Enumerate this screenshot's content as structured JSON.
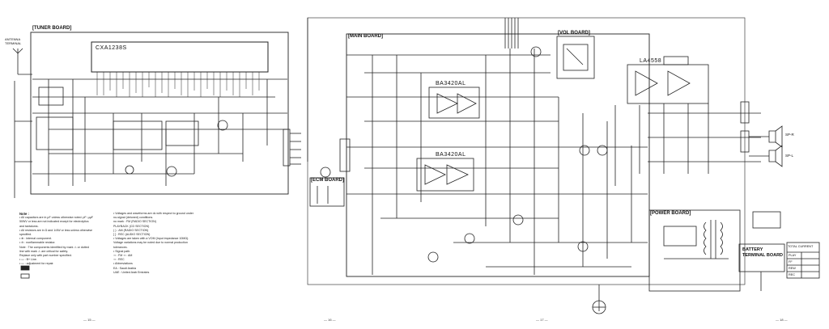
{
  "boards": {
    "tuner": "[TUNER BOARD]",
    "main": "[MAIN BOARD]",
    "vol": "[VOL BOARD]",
    "ecm": "[ECM BOARD]",
    "power": "[POWER BOARD]",
    "battery": "BATTERY TERMINAL BOARD"
  },
  "chips": {
    "tuner_ic": "CXA1238S",
    "main_ic_upper": "BA3420AL",
    "main_ic_lower": "BA3420AL",
    "vol_ic": "LA4558"
  },
  "notes": {
    "title": "Note :",
    "lines": [
      "• All capacitors are in µF unless otherwise noted. pF: µµF",
      "  50WV or less are not indicated except for electrolytics",
      "  and tantalums.",
      "• All resistors are in Ω and 1/4W or less unless otherwise",
      "  specified.",
      "• ⊕ : internal component.",
      "• ⊖ : nonflammable resistor.",
      "Note : The components identified by mark ⚠ or dotted",
      "  line with mark ⚠ are critical for safety.",
      "  Replace only with part number specified.",
      "• ▭ : B+ Line.",
      "• ▭ : adjustment for repair."
    ],
    "lines2": [
      "• Voltages and waveforms are dc with respect to ground under",
      "  no-signal (detuned) conditions.",
      "  no mark : FM (RADIO SECTION)",
      "            PLAYBACK (CD SECTION)",
      "  ( )  : AM (RADIO SECTION)",
      "  [ ]  : REC (AUDIO SECTION)",
      "• Voltages are taken with a VOM (Input impedance 10MΩ).",
      "  Voltage variations may be noted due to normal production",
      "  tolerances.",
      "• Signal path.",
      "  ⇒ : FM    ⇒ : AM",
      "  ⇒ : REC",
      "• Abbreviations",
      "  EA : Saudi Arabia",
      "  UAE : United Arab Emirates"
    ]
  },
  "jacks": {
    "antenna": "ANTENNA TERMINAL",
    "speakers": [
      "SP-R",
      "SP-L"
    ]
  },
  "table": {
    "title": "TOTAL CURRENT",
    "rows": [
      "PLAY",
      "FF",
      "REW",
      "REC"
    ]
  },
  "page_numbers": [
    "— 15 —",
    "— 16 —",
    "— 17 —",
    "— 18 —"
  ]
}
